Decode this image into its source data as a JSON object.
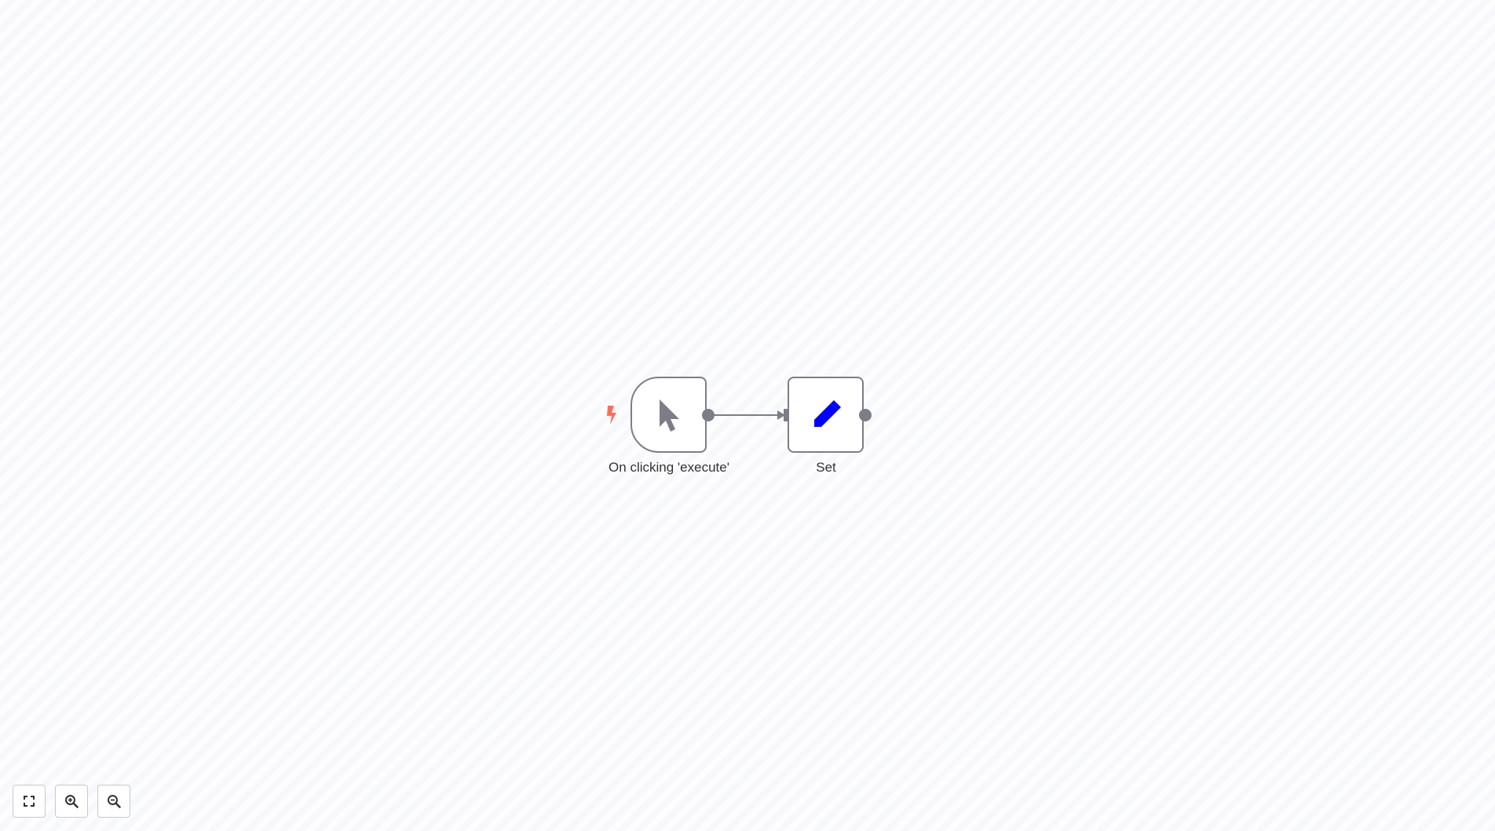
{
  "canvas": {
    "background": "#fbfcfe"
  },
  "nodes": [
    {
      "id": "trigger",
      "name": "On clicking 'execute'",
      "icon": "mouse-pointer-icon",
      "icon_color": "#7d7d87",
      "is_trigger": true,
      "trigger_icon": "lightning-bolt-icon",
      "trigger_color": "#ff6d5a"
    },
    {
      "id": "set",
      "name": "Set",
      "icon": "pencil-icon",
      "icon_color": "#0000ff",
      "is_trigger": false
    }
  ],
  "connections": [
    {
      "from": "On clicking 'execute'",
      "to": "Set"
    }
  ],
  "controls": [
    {
      "name": "zoom-to-fit",
      "icon": "expand-icon"
    },
    {
      "name": "zoom-in",
      "icon": "zoom-in-icon"
    },
    {
      "name": "zoom-out",
      "icon": "zoom-out-icon"
    }
  ]
}
